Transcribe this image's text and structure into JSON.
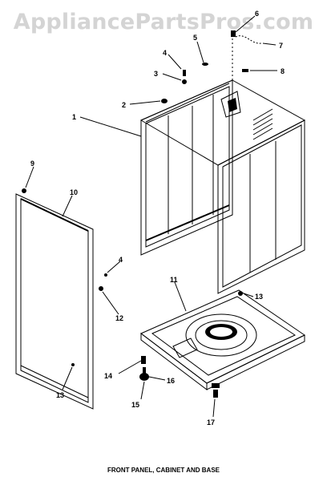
{
  "watermark": "AppliancePartsPros.com",
  "caption": "FRONT PANEL, CABINET AND BASE",
  "callouts": [
    {
      "id": "1",
      "text": "1"
    },
    {
      "id": "2",
      "text": "2"
    },
    {
      "id": "3",
      "text": "3"
    },
    {
      "id": "4",
      "text": "4"
    },
    {
      "id": "5",
      "text": "5"
    },
    {
      "id": "6",
      "text": "6"
    },
    {
      "id": "7",
      "text": "7"
    },
    {
      "id": "8",
      "text": "8"
    },
    {
      "id": "9",
      "text": "9"
    },
    {
      "id": "10",
      "text": "10"
    },
    {
      "id": "4b",
      "text": "4"
    },
    {
      "id": "12",
      "text": "12"
    },
    {
      "id": "13",
      "text": "13"
    },
    {
      "id": "11",
      "text": "11"
    },
    {
      "id": "13b",
      "text": "13"
    },
    {
      "id": "14",
      "text": "14"
    },
    {
      "id": "16",
      "text": "16"
    },
    {
      "id": "15",
      "text": "15"
    },
    {
      "id": "17",
      "text": "17"
    }
  ]
}
